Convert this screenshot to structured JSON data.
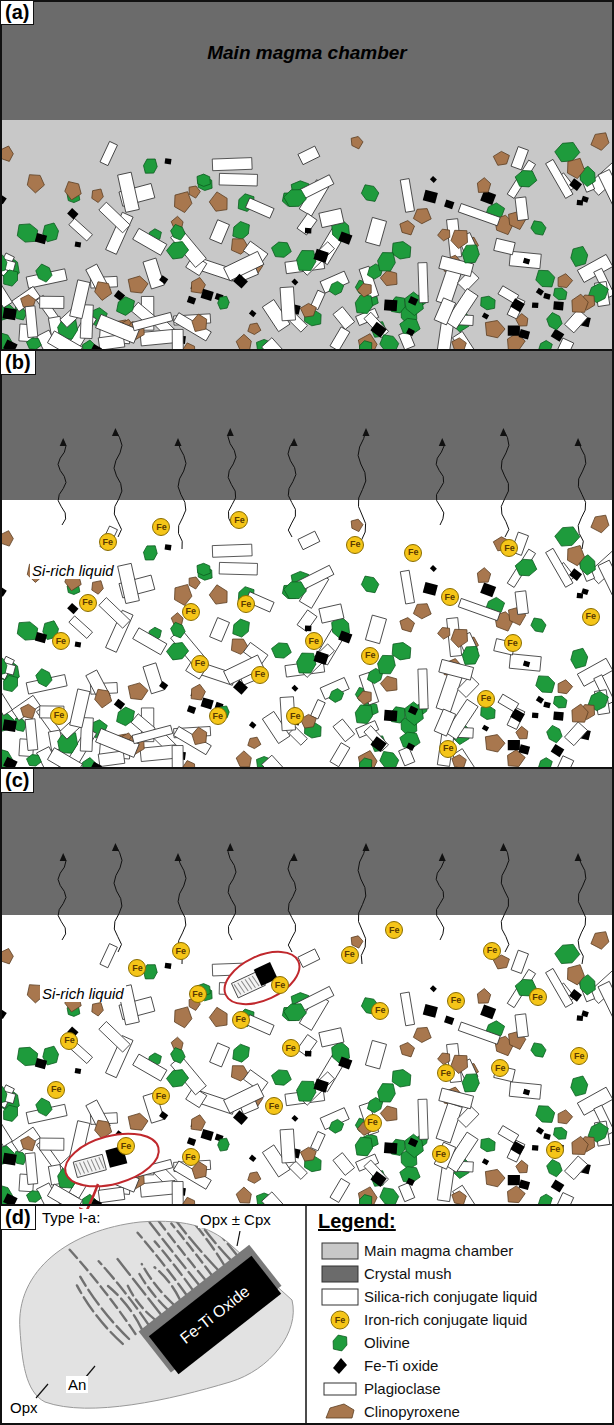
{
  "diagram": {
    "nodes": [
      {
        "text": [
          "Fe"
        ]
      },
      {
        "text": [
          "Fe"
        ]
      },
      {
        "text": [
          "Fe"
        ]
      },
      {
        "text": [
          "Fe"
        ]
      },
      {
        "text": [
          "Fe"
        ]
      },
      {
        "text": [
          "Fe"
        ]
      },
      {
        "text": [
          "Fe"
        ]
      },
      {
        "text": [
          "Fe"
        ]
      },
      {
        "text": [
          "Fe"
        ]
      },
      {
        "text": [
          "Fe"
        ]
      },
      {
        "text": [
          "Fe"
        ]
      },
      {
        "text": [
          "Fe"
        ]
      },
      {
        "text": [
          "Fe"
        ]
      },
      {
        "text": [
          "Fe"
        ]
      },
      {
        "text": [
          "Fe"
        ]
      },
      {
        "text": [
          "Fe"
        ]
      },
      {
        "text": [
          "Fe"
        ]
      },
      {
        "text": [
          "Fe"
        ]
      },
      {
        "text": [
          "Fe"
        ]
      },
      {
        "text": [
          "Fe"
        ]
      },
      {
        "text": [
          "Fe"
        ]
      },
      {
        "text": [
          "Fe"
        ]
      },
      {
        "text": [
          "Fe"
        ]
      },
      {
        "text": [
          "Fe"
        ]
      },
      {
        "text": [
          "Fe"
        ]
      },
      {
        "text": [
          "Fe"
        ]
      },
      {
        "text": [
          "Fe"
        ]
      },
      {
        "text": [
          "Fe"
        ]
      },
      {
        "text": [
          "Fe"
        ]
      },
      {
        "text": [
          "Fe"
        ]
      },
      {
        "text": [
          "Fe"
        ]
      },
      {
        "text": [
          "Fe"
        ]
      },
      {
        "text": [
          "Fe"
        ]
      },
      {
        "text": [
          "Fe"
        ]
      },
      {
        "text": [
          "Fe"
        ]
      },
      {
        "text": [
          "Fe"
        ]
      },
      {
        "text": [
          "Fe"
        ]
      },
      {
        "text": [
          "Fe"
        ]
      },
      {
        "text": [
          "Fe"
        ]
      },
      {
        "text": [
          "Fe"
        ]
      },
      {
        "text": [
          "Fe"
        ]
      },
      {
        "text": [
          "Fe"
        ]
      },
      {
        "text": [
          "Fe"
        ]
      },
      {
        "text": [
          "Fe"
        ]
      },
      {
        "text": [
          "Fe"
        ]
      },
      {
        "text": [
          "Fe"
        ]
      },
      {
        "text": [
          "Fe-Ti Oxide"
        ]
      }
    ],
    "labels": [
      "(a)",
      "Main magma chamber",
      "(b)",
      "Si-rich liquid",
      "(c)",
      "Si-rich liquid",
      "(d)",
      "Type I-a:",
      "Opx ± Cpx",
      "An",
      "Opx",
      "Legend:",
      "Fe"
    ],
    "legend": [
      {
        "text": "Main magma chamber",
        "color": "#c8c8c8"
      },
      {
        "text": "Crystal mush",
        "color": "#6b6b6b"
      },
      {
        "text": "Silica-rich conjugate liquid",
        "color": "#ffffff"
      },
      {
        "text": "Iron-rich conjugate liquid"
      },
      {
        "text": "Olivine",
        "color": "#1e9b3c"
      },
      {
        "text": "Fe-Ti oxide",
        "color": "#000000"
      },
      {
        "text": "Plagioclase",
        "color": "#ffffff"
      },
      {
        "text": "Clinopyroxene",
        "color": "#a8774e"
      }
    ]
  }
}
